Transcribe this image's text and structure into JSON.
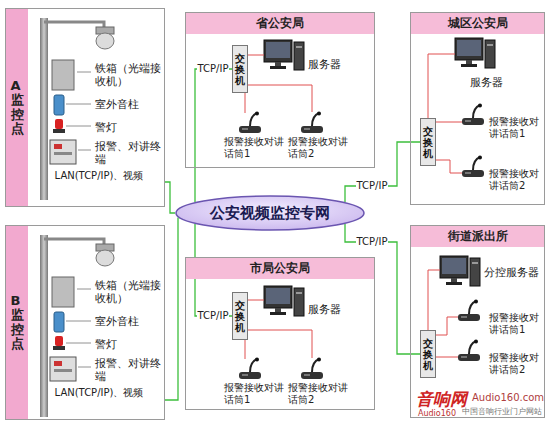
{
  "diagram": {
    "nodes": [
      {
        "text": [
          "A监控点"
        ]
      },
      {
        "text": [
          "省公安局"
        ]
      },
      {
        "text": [
          "交换机"
        ],
        "in": 1
      },
      {
        "text": [
          "城区公安局"
        ]
      },
      {
        "text": [
          "交换机"
        ],
        "in": 3
      },
      {
        "text": [
          "公安视频监控专网"
        ]
      },
      {
        "text": [
          "B监控点"
        ]
      },
      {
        "text": [
          "市局公安局"
        ]
      },
      {
        "text": [
          "交换机"
        ],
        "in": 7
      },
      {
        "text": [
          "街道派出所"
        ]
      },
      {
        "text": [
          "交换机"
        ],
        "in": 9
      }
    ],
    "edges": [
      {
        "from": 0,
        "to": 5,
        "arrow": "none",
        "label": "LAN(TCP/IP)、视频"
      },
      {
        "from": 2,
        "to": 5,
        "arrow": "none",
        "label": "TCP/IP"
      },
      {
        "from": 4,
        "to": 5,
        "arrow": "none",
        "label": "TCP/IP"
      },
      {
        "from": 6,
        "to": 5,
        "arrow": "none",
        "label": "LAN(TCP/IP)、视频"
      },
      {
        "from": 8,
        "to": 5,
        "arrow": "none",
        "label": "TCP/IP"
      },
      {
        "from": 10,
        "to": 5,
        "arrow": "none",
        "label": "TCP/IP"
      }
    ],
    "labels": [
      "铁箱（光端接收机）",
      "室外音柱",
      "警灯",
      "报警、对讲终端",
      "服务器",
      "报警接收对讲话筒1",
      "报警接收对讲话筒2",
      "服务器",
      "报警接收对讲话筒1",
      "报警接收对讲话筒2",
      "铁箱（光端接收机）",
      "室外音柱",
      "警灯",
      "报警、对讲终端",
      "服务器",
      "报警接收对讲话筒1",
      "报警接收对讲话筒2",
      "分控服务器",
      "报警接收对讲话筒1",
      "报警接收对讲话筒2",
      "音响网",
      "Audio160",
      "Audio160.com",
      "中国音响行业门户网站"
    ]
  }
}
